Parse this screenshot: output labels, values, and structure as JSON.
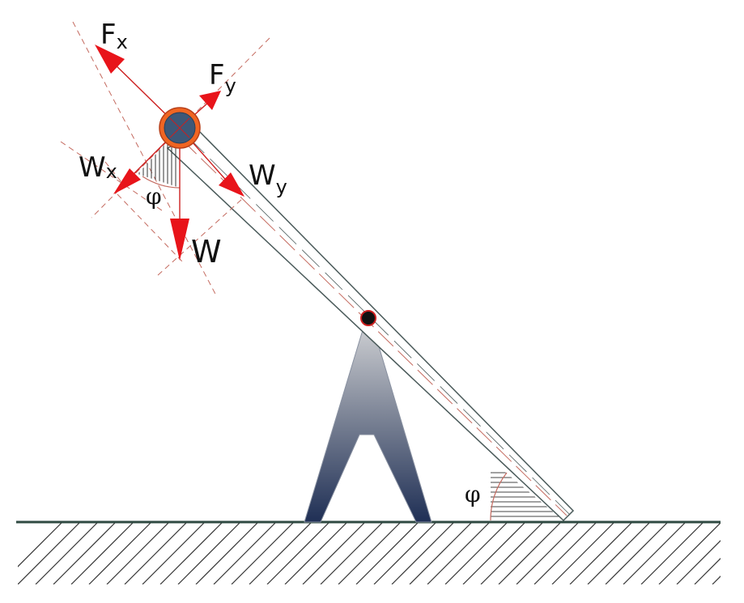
{
  "labels": {
    "fx_main": "F",
    "fx_sub": "x",
    "fy_main": "F",
    "fy_sub": "y",
    "wx_main": "W",
    "wx_sub": "x",
    "wy_main": "W",
    "wy_sub": "y",
    "w": "W",
    "phi_top": "φ",
    "phi_bottom": "φ"
  },
  "colors": {
    "force_arrow": "#e8141a",
    "force_line": "#cc1f1f",
    "dashed_axis": "#c46a5f",
    "beam_outline": "#4a5a5a",
    "ground": "#2f4a42",
    "hatch": "#333333",
    "mass_fill": "#3d5878",
    "mass_ring": "#f06522",
    "support_top": "#c9cbcf",
    "support_bottom": "#1f2f55",
    "pivot": "#111111"
  },
  "icons": {
    "mass": "mass-ball-icon",
    "pivot": "pivot-pin-icon",
    "support": "a-frame-support-icon"
  }
}
